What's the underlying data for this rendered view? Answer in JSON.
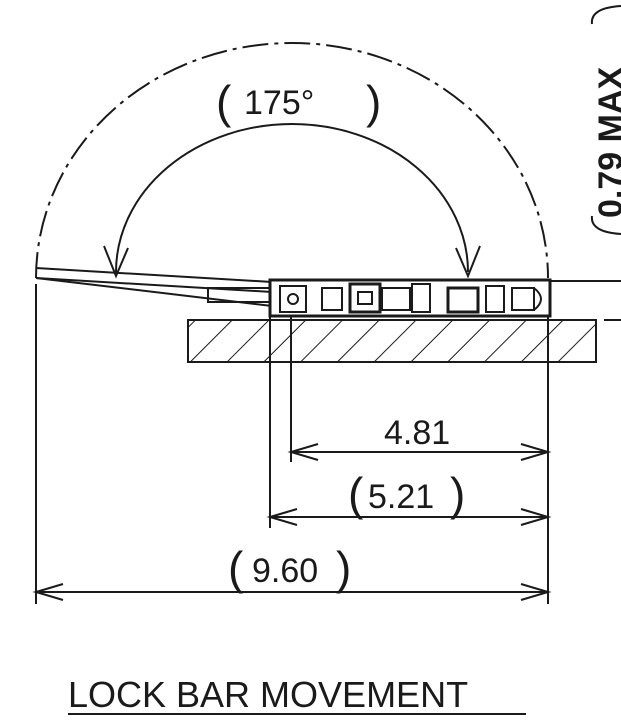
{
  "diagram": {
    "angle_label": "175°",
    "dim_inner": "4.81",
    "dim_middle": "5.21",
    "dim_overall": "9.60",
    "side_label": "0.79 MAX",
    "caption": "LOCK BAR MOVEMENT"
  },
  "colors": {
    "line": "#1a1a1a",
    "background": "#ffffff"
  }
}
